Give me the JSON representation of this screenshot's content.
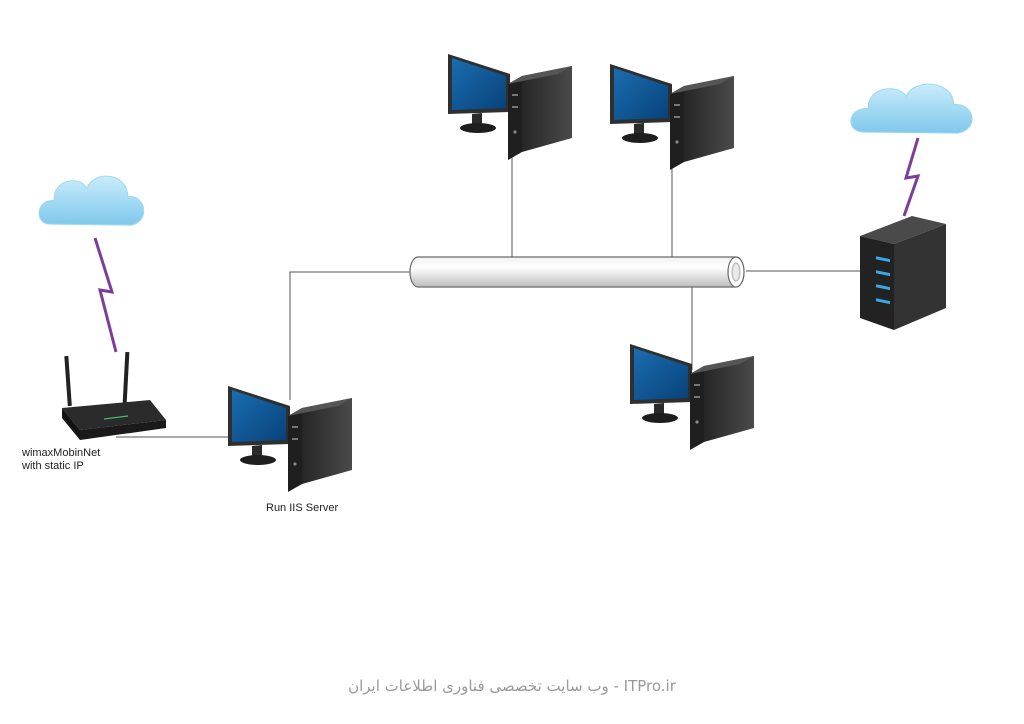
{
  "diagram": {
    "router_label_line1": "wimaxMobinNet",
    "router_label_line2": "with static IP",
    "iis_label": "Run IIS Server",
    "watermark": "ITPro.ir - وب سایت تخصصی فناوری اطلاعات ایران"
  },
  "icons": {
    "cloud": "cloud-icon",
    "router": "wireless-router-icon",
    "computer": "desktop-computer-icon",
    "server": "rack-server-icon",
    "bus": "network-bus-cable",
    "link": "wireless-link-bolt"
  },
  "colors": {
    "screen": "#0b5494",
    "case": "#3a3a3a",
    "cloud": "#8fd3f2",
    "bolt": "#7b3f99",
    "line": "#555555",
    "server_led": "#38a8e8"
  }
}
